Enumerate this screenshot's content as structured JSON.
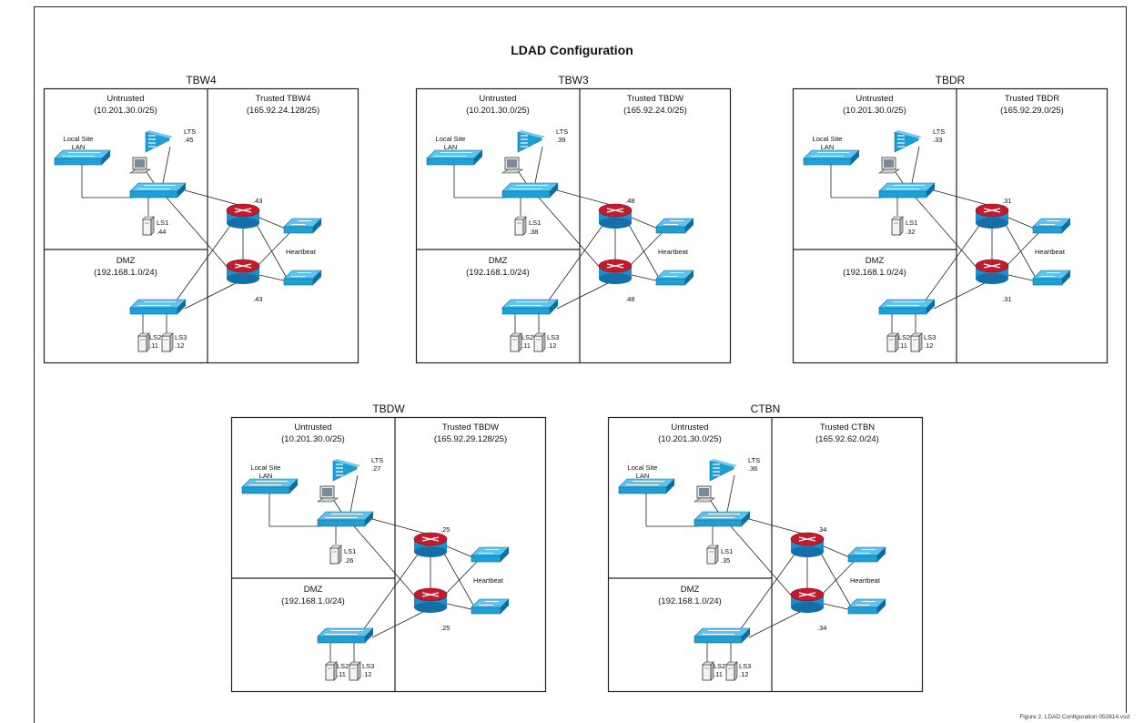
{
  "title": "LDAD Configuration",
  "footnote": "Figure 2. LDAD Configuration 052814.vsd",
  "colors": {
    "switch": "#1e9fd6",
    "switch_dark": "#0d6e9c",
    "router_top": "#c41a2b",
    "router_body": "#1b8fd0",
    "line": "#222222"
  },
  "common": {
    "untrusted_label": "Untrusted",
    "untrusted_subnet": "(10.201.30.0/25)",
    "dmz_label": "DMZ",
    "dmz_subnet": "(192.168.1.0/24)",
    "local_site_line1": "Local Site",
    "local_site_line2": "LAN",
    "lts_label": "LTS",
    "ls1_label": "LS1",
    "ls2_label": "LS2",
    "ls3_label": "LS3",
    "ls2_host": ".11",
    "ls3_host": ".12",
    "heartbeat_label": "Heartbeat"
  },
  "sites": [
    {
      "name": "TBW4",
      "trusted_label": "Trusted TBW4",
      "trusted_subnet": "(165.92.24.128/25)",
      "lts_host": ".45",
      "ls1_host": ".44",
      "router_host": ".43"
    },
    {
      "name": "TBW3",
      "trusted_label": "Trusted TBDW",
      "trusted_subnet": "(165.92.24.0/25)",
      "lts_host": ".39",
      "ls1_host": ".38",
      "router_host": ".48"
    },
    {
      "name": "TBDR",
      "trusted_label": "Trusted TBDR",
      "trusted_subnet": "(165.92.29.0/25)",
      "lts_host": ".33",
      "ls1_host": ".32",
      "router_host": ".31"
    },
    {
      "name": "TBDW",
      "trusted_label": "Trusted TBDW",
      "trusted_subnet": "(165.92.29.128/25)",
      "lts_host": ".27",
      "ls1_host": ".26",
      "router_host": ".25"
    },
    {
      "name": "CTBN",
      "trusted_label": "Trusted CTBN",
      "trusted_subnet": "(165.92.62.0/24)",
      "lts_host": ".36",
      "ls1_host": ".35",
      "router_host": ".34"
    }
  ]
}
